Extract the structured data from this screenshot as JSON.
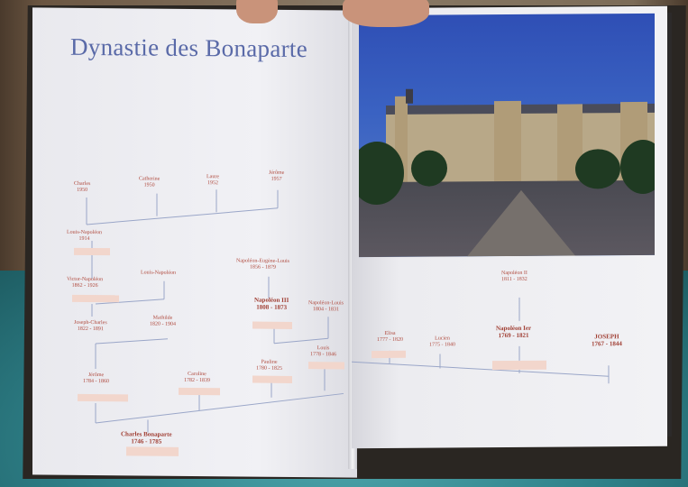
{
  "left_page": {
    "title": "Dynastie des Bonaparte",
    "persons": [
      {
        "id": "charles-1",
        "name": "Charles",
        "dates": "1950"
      },
      {
        "id": "catherine",
        "name": "Catherine",
        "dates": "1950"
      },
      {
        "id": "laure",
        "name": "Laure",
        "dates": "1952"
      },
      {
        "id": "jerome-1",
        "name": "Jérôme",
        "dates": "1957"
      },
      {
        "id": "louis-napoleon-1",
        "name": "Louis-Napoléon",
        "dates": "1914"
      },
      {
        "id": "victor-napoleon",
        "name": "Victor-Napoléon",
        "dates": "1862 - 1926"
      },
      {
        "id": "louis-napoleon-2",
        "name": "Louis-Napoléon",
        "dates": ""
      },
      {
        "id": "napoleon-eugene-louis",
        "name": "Napoléon-Eugène-Louis",
        "dates": "1856 - 1879"
      },
      {
        "id": "napoleon-3",
        "name": "Napoléon III",
        "dates": "1808 - 1873"
      },
      {
        "id": "napoleon-louis",
        "name": "Napoléon-Louis",
        "dates": "1804 - 1831"
      },
      {
        "id": "joseph-charles",
        "name": "Joseph-Charles",
        "dates": "1822 - 1891"
      },
      {
        "id": "mathilde",
        "name": "Mathilde",
        "dates": "1820 - 1904"
      },
      {
        "id": "jerome-2",
        "name": "Jérôme",
        "dates": "1784 - 1860"
      },
      {
        "id": "caroline",
        "name": "Caroline",
        "dates": "1782 - 1839"
      },
      {
        "id": "pauline",
        "name": "Pauline",
        "dates": "1780 - 1825"
      },
      {
        "id": "louis",
        "name": "Louis",
        "dates": "1778 - 1846"
      },
      {
        "id": "charles-bonaparte",
        "name": "Charles Bonaparte",
        "dates": "1746 - 1785"
      }
    ]
  },
  "right_page": {
    "persons": [
      {
        "id": "napoleon-2",
        "name": "Napoléon II",
        "dates": "1811 - 1832"
      },
      {
        "id": "napoleon-1",
        "name": "Napoléon Ier",
        "dates": "1769 - 1821"
      },
      {
        "id": "elisa",
        "name": "Elisa",
        "dates": "1777 - 1820"
      },
      {
        "id": "lucien",
        "name": "Lucien",
        "dates": "1775 - 1840"
      },
      {
        "id": "joseph",
        "name": "JOSEPH",
        "dates": "1767 - 1844"
      }
    ]
  },
  "colors": {
    "title": "#5a6aa8",
    "names": "#b04a3e",
    "tree_lines": "#9aa6c8",
    "notes": "#f2d6cc",
    "sky": "#3a62c2"
  }
}
